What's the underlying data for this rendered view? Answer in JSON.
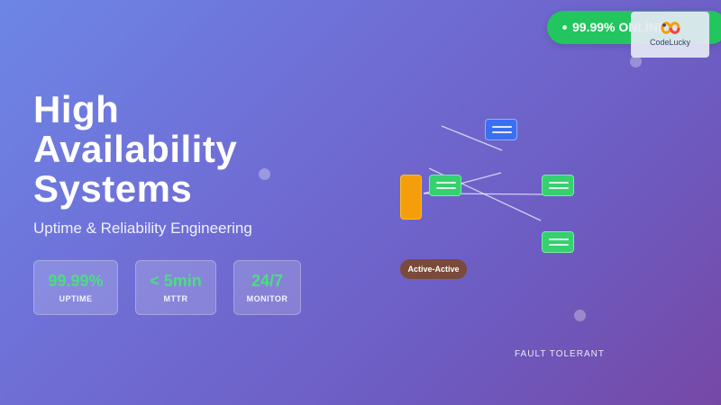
{
  "hero": {
    "title_lines": [
      "High",
      "Availability",
      "Systems"
    ],
    "subtitle": "Uptime & Reliability Engineering"
  },
  "stats": [
    {
      "value": "99.99%",
      "label": "UPTIME"
    },
    {
      "value": "< 5min",
      "label": "MTTR"
    },
    {
      "value": "24/7",
      "label": "MONITOR"
    }
  ],
  "badge": {
    "text": "99.99% ONLINE",
    "color": "#22c55e"
  },
  "logo": {
    "text": "CodeLucky"
  },
  "diagram": {
    "mode_label": "Active-Active",
    "caption": "FAULT TOLERANT"
  },
  "colors": {
    "accent_green": "#4ade80",
    "server_green": "#34d16e",
    "server_blue": "#3b6ff2",
    "load_balancer": "#f59e0b",
    "pill_brown": "#7a4a3a"
  }
}
